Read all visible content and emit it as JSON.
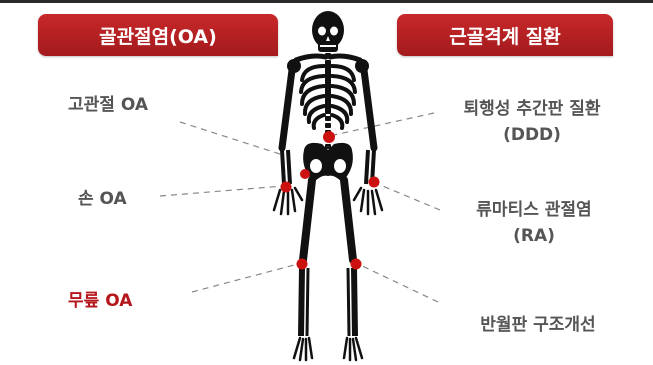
{
  "header": {
    "left_title": "골관절염(OA)",
    "right_title": "근골격계 질환"
  },
  "left_labels": {
    "hip": "고관절 OA",
    "hand": "손 OA",
    "knee": "무릎 OA"
  },
  "right_labels": {
    "ddd_line1": "퇴행성 추간판 질환",
    "ddd_line2": "(DDD)",
    "ra_line1": "류마티스 관절염",
    "ra_line2": "(RA)",
    "meniscus": "반월판 구조개선"
  },
  "colors": {
    "accent": "#b5161b",
    "badge": "#b71f22",
    "label_gray": "#555555",
    "skeleton": "#111111",
    "joint_marker": "#cc1111"
  },
  "icons": {
    "figure": "skeleton-icon"
  }
}
